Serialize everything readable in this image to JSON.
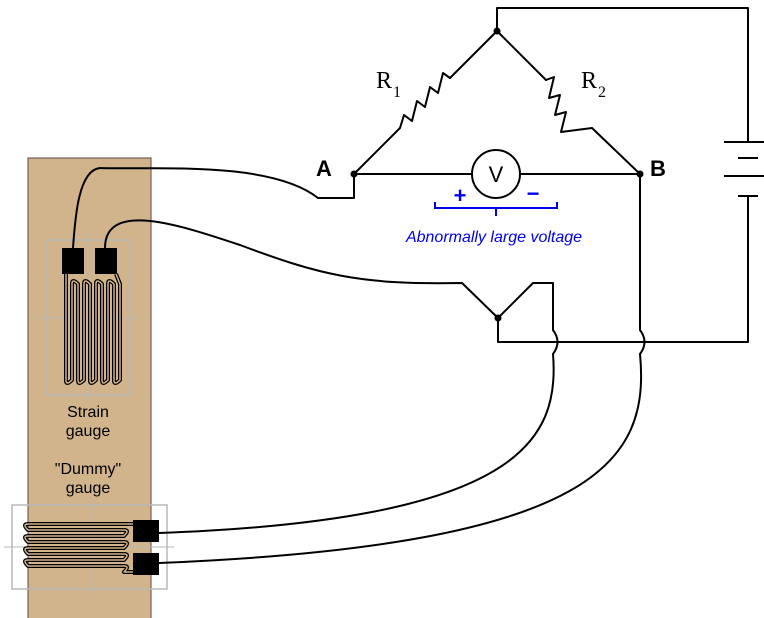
{
  "labels": {
    "node_a": "A",
    "node_b": "B",
    "r1_main": "R",
    "r1_sub": "1",
    "r2_main": "R",
    "r2_sub": "2",
    "voltmeter": "V",
    "plus": "+",
    "minus": "−",
    "annotation": "Abnormally large voltage",
    "strain_gauge": [
      "Strain",
      "gauge"
    ],
    "dummy_gauge": [
      "\"Dummy\"",
      "gauge"
    ]
  },
  "colors": {
    "bar": "#d2b48c",
    "bar_stroke": "#5a4a38",
    "annotation": "#0000ee",
    "gauge_frame": "#b8b8b8"
  }
}
